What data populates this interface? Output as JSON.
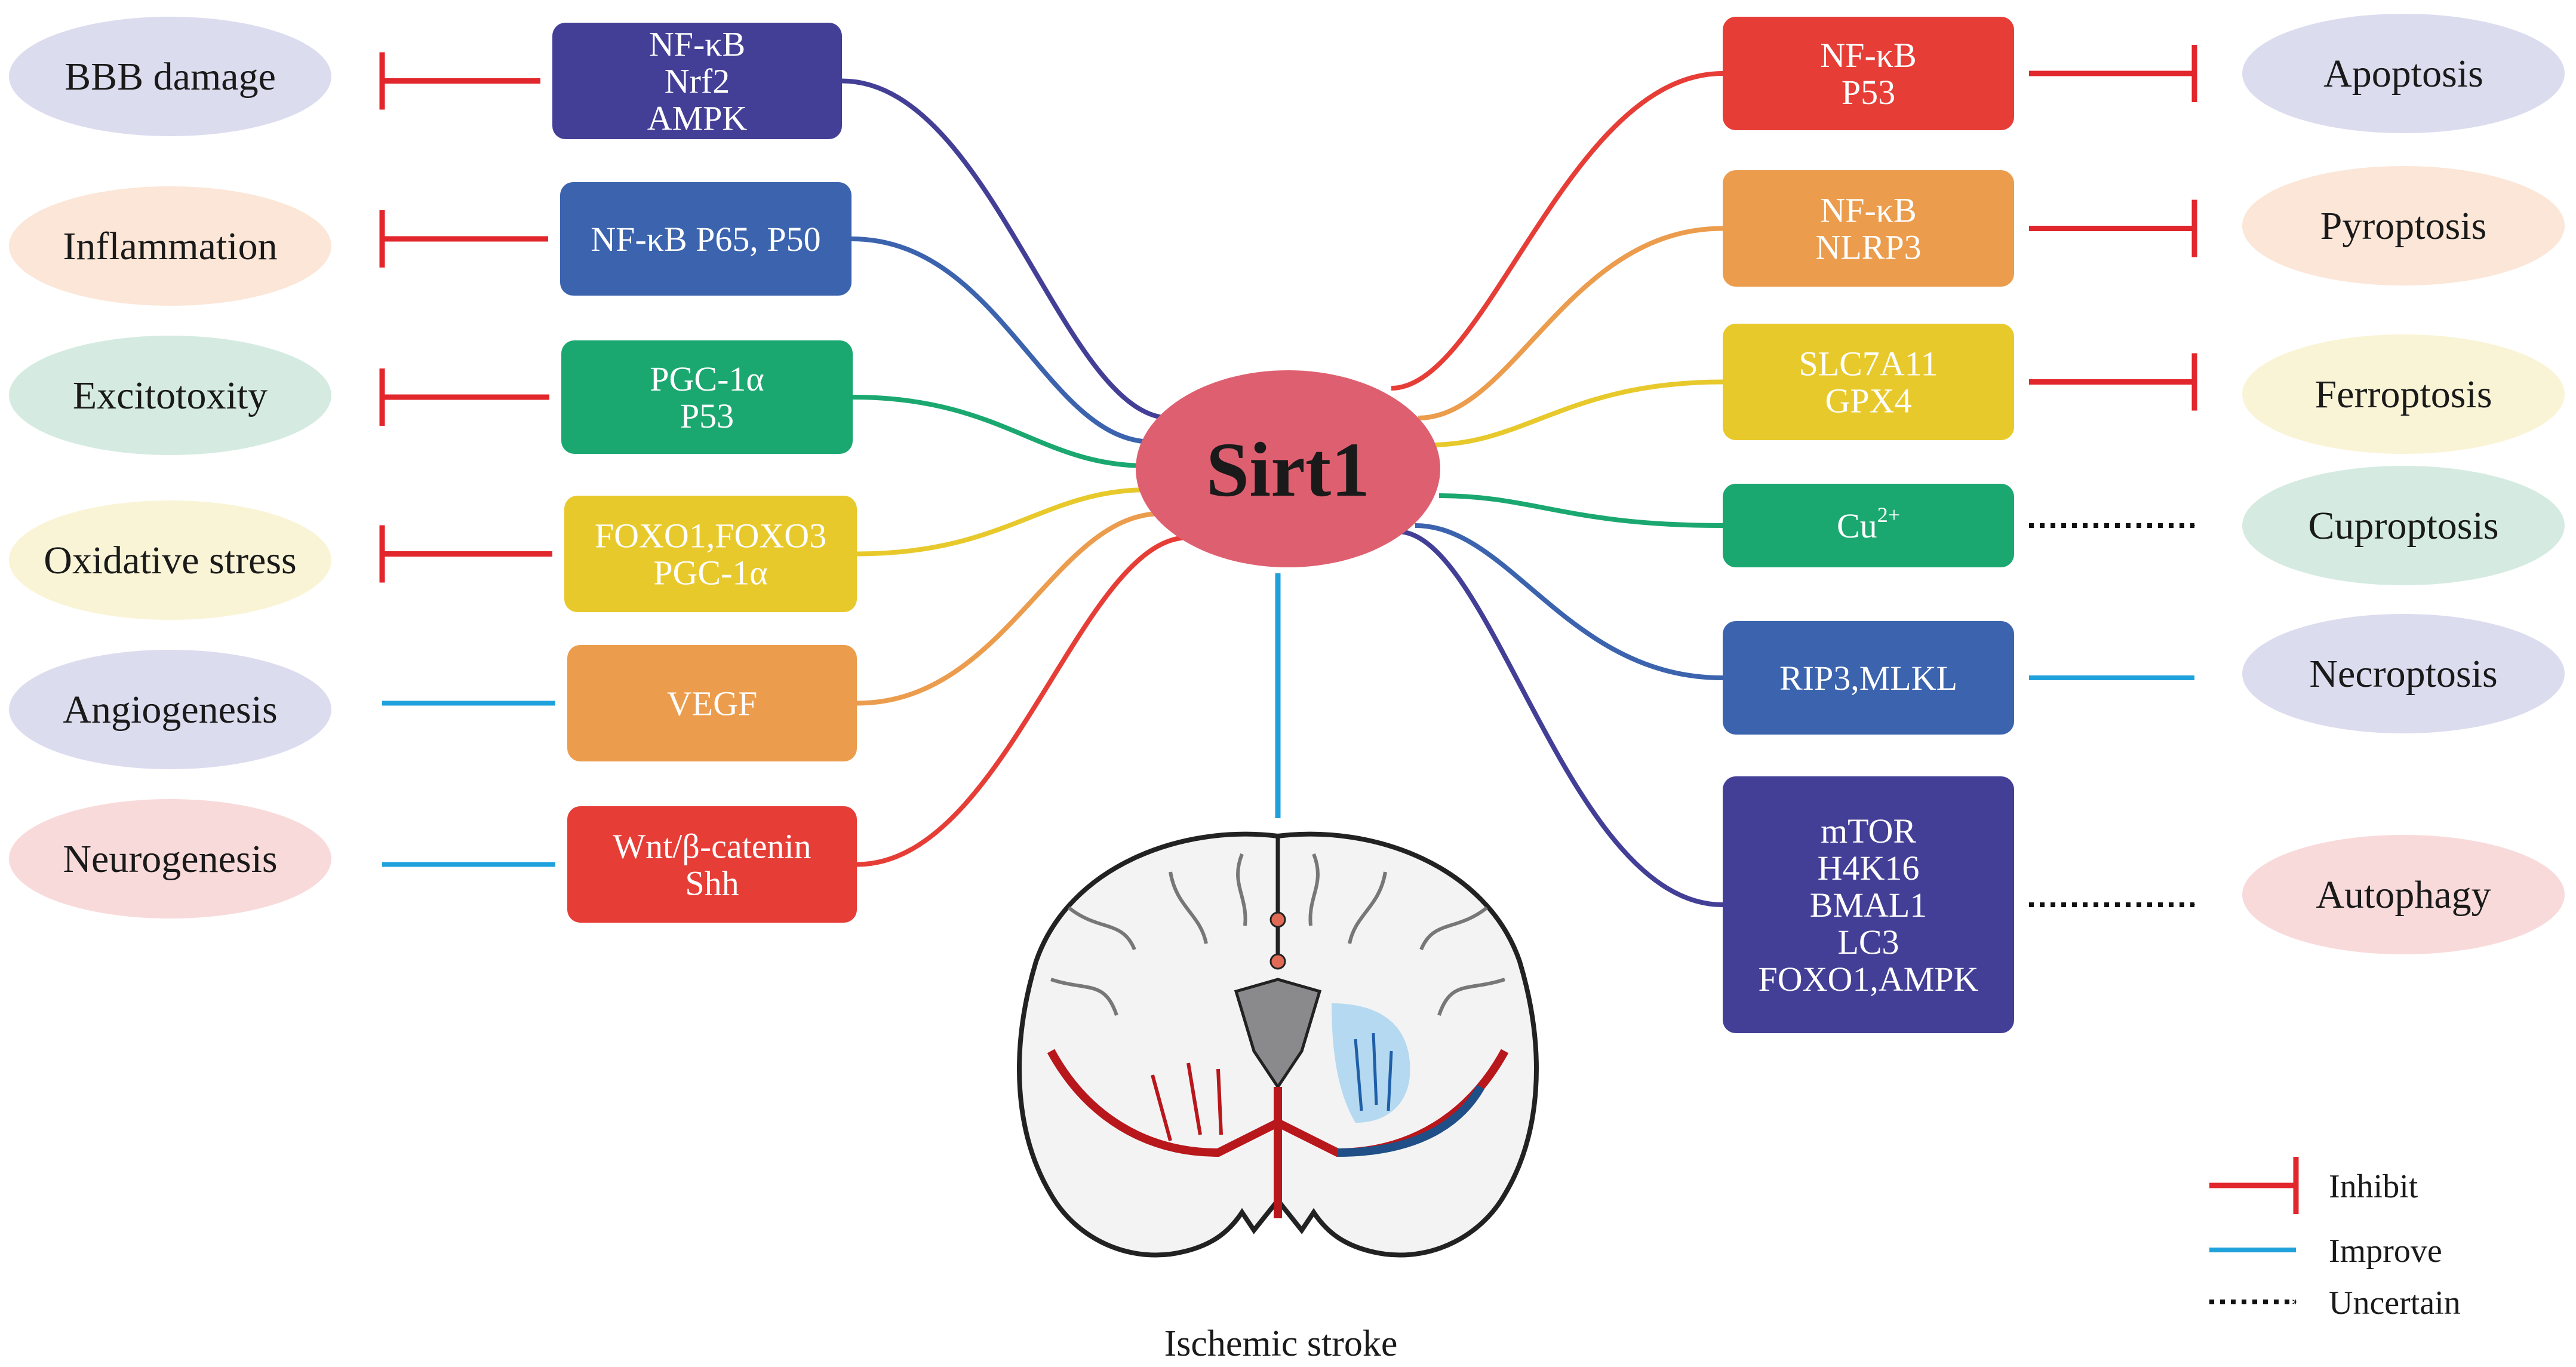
{
  "center": {
    "label": "Sirt1",
    "color": "#de6070"
  },
  "source": {
    "label": "Ischemic stroke",
    "arrow_color": "#1fa1dc"
  },
  "left": [
    {
      "lines": [
        "NF-κB",
        "Nrf2",
        "AMPK"
      ],
      "color": "#443f96",
      "outcome": "BBB damage",
      "outcome_color": "#dcdcef",
      "relation": "inhibit"
    },
    {
      "lines": [
        "NF-κB P65, P50"
      ],
      "color": "#3b63ae",
      "outcome": "Inflammation",
      "outcome_color": "#fbe6d7",
      "relation": "inhibit"
    },
    {
      "lines": [
        "PGC-1α",
        "P53"
      ],
      "color": "#1aa870",
      "outcome": "Excitotoxity",
      "outcome_color": "#d5ebe2",
      "relation": "inhibit"
    },
    {
      "lines": [
        "FOXO1,FOXO3",
        "PGC-1α"
      ],
      "color": "#e8c92c",
      "outcome": "Oxidative stress",
      "outcome_color": "#faf4d6",
      "relation": "inhibit"
    },
    {
      "lines": [
        "VEGF"
      ],
      "color": "#eb9c4c",
      "outcome": "Angiogenesis",
      "outcome_color": "#dcdcef",
      "relation": "improve"
    },
    {
      "lines": [
        "Wnt/β-catenin",
        "Shh"
      ],
      "color": "#e63e37",
      "outcome": "Neurogenesis",
      "outcome_color": "#f9dada",
      "relation": "improve"
    }
  ],
  "right": [
    {
      "lines": [
        "NF-κB",
        "P53"
      ],
      "color": "#e63e37",
      "outcome": "Apoptosis",
      "outcome_color": "#dcdcef",
      "relation": "inhibit"
    },
    {
      "lines": [
        "NF-κB",
        "NLRP3"
      ],
      "color": "#eb9c4c",
      "outcome": "Pyroptosis",
      "outcome_color": "#fbe6d7",
      "relation": "inhibit"
    },
    {
      "lines": [
        "SLC7A11",
        "GPX4"
      ],
      "color": "#e8c92c",
      "outcome": "Ferroptosis",
      "outcome_color": "#faf4d6",
      "relation": "inhibit"
    },
    {
      "lines": [
        "Cu2+"
      ],
      "color": "#1aa870",
      "outcome": "Cuproptosis",
      "outcome_color": "#d5ebe2",
      "relation": "uncertain"
    },
    {
      "lines": [
        "RIP3,MLKL"
      ],
      "color": "#3b63ae",
      "outcome": "Necroptosis",
      "outcome_color": "#dcdcef",
      "relation": "improve"
    },
    {
      "lines": [
        "mTOR",
        "H4K16",
        "BMAL1",
        "LC3",
        "FOXO1,AMPK"
      ],
      "color": "#443f96",
      "outcome": "Autophagy",
      "outcome_color": "#f9dada",
      "relation": "uncertain"
    }
  ],
  "legend": [
    {
      "relation": "inhibit",
      "label": "Inhibit"
    },
    {
      "relation": "improve",
      "label": "Improve"
    },
    {
      "relation": "uncertain",
      "label": "Uncertain"
    }
  ],
  "relation_colors": {
    "inhibit": "#e1262c",
    "improve": "#1fa1dc",
    "uncertain": "#111111"
  },
  "icons": {
    "brain": "brain-coronal-section-icon"
  }
}
